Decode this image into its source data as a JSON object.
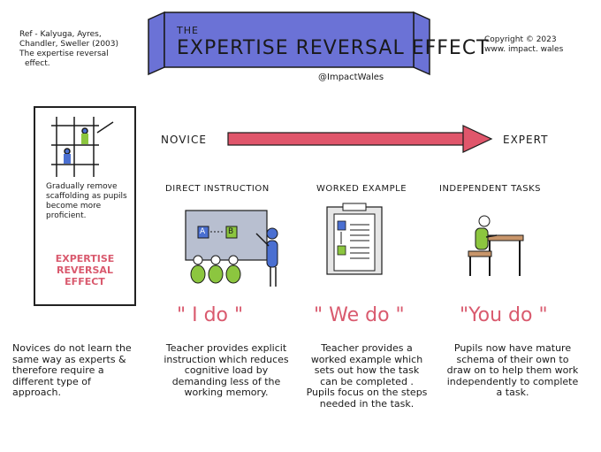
{
  "reference": {
    "line1": "Ref - Kalyuga, Ayres,",
    "line2": "Chandler, Sweller (2003)",
    "line3": "The expertise reversal",
    "line4": "effect."
  },
  "copyright": {
    "line1": "Copyright © 2023",
    "line2": "www. impact. wales"
  },
  "title": {
    "small": "THE",
    "main": "EXPERTISE REVERSAL EFFECT",
    "handle": "@ImpactWales"
  },
  "scaffold_panel": {
    "caption": "Gradually remove scaffolding as pupils become more proficient.",
    "label_line1": "EXPERTISE",
    "label_line2": "REVERSAL",
    "label_line3": "EFFECT"
  },
  "continuum": {
    "start": "NOVICE",
    "end": "EXPERT"
  },
  "stages": [
    {
      "label": "DIRECT INSTRUCTION",
      "quote": "\" I do \"",
      "description": "Teacher provides explicit instruction which reduces cognitive load by demanding less of the working memory."
    },
    {
      "label": "WORKED EXAMPLE",
      "quote": "\" We do \"",
      "description": "Teacher provides a worked example which sets out how the task can be completed . Pupils focus on the steps needed in the task."
    },
    {
      "label": "INDEPENDENT TASKS",
      "quote": "\"You do \"",
      "description": "Pupils now have mature schema of their own to draw on to help them work independently to complete a task."
    }
  ],
  "novice_note": "Novices do not learn the same way as experts & therefore require a different type of approach.",
  "board_labels": {
    "a": "A",
    "b": "B"
  },
  "colors": {
    "banner": "#6b72d6",
    "arrow": "#e0566b",
    "accent_text": "#d95a6e",
    "green": "#8cc63f",
    "figure_blue": "#4a6fd1",
    "whiteboard": "#b8bfd0"
  }
}
